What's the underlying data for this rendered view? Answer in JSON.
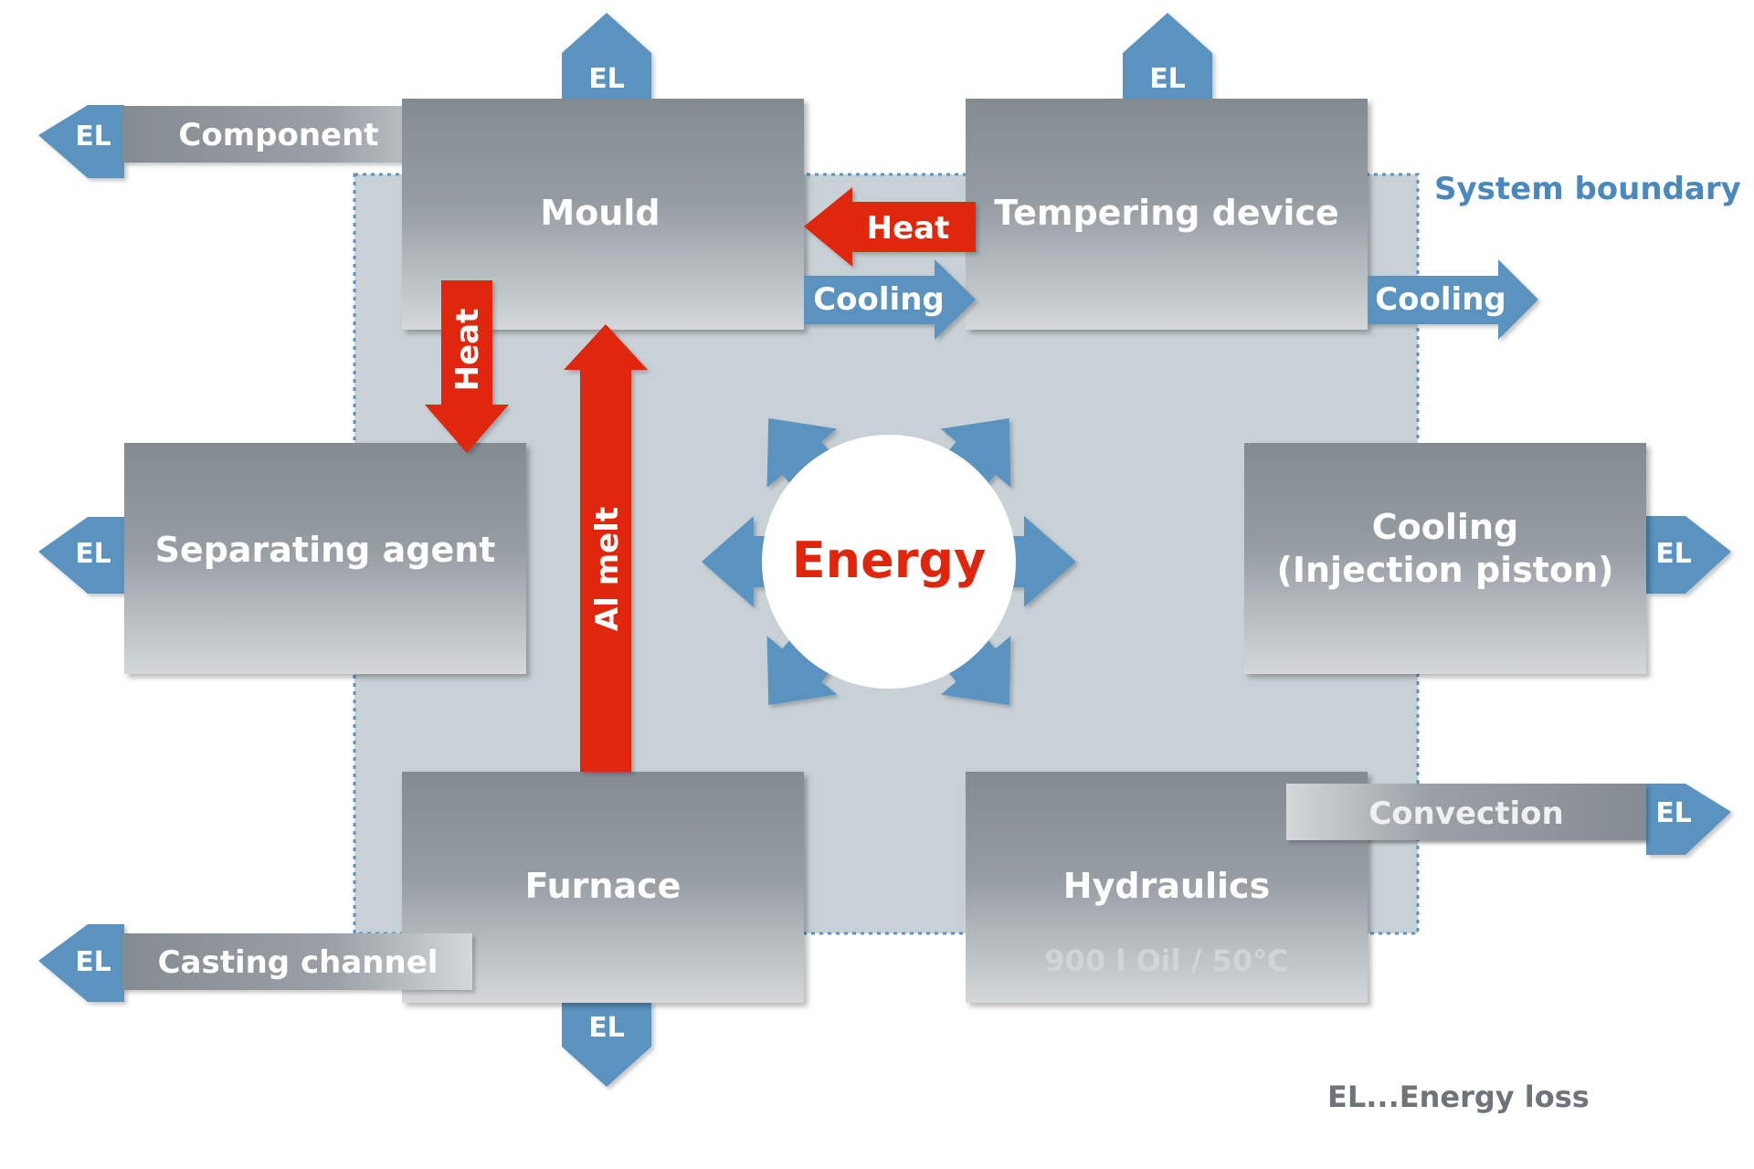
{
  "colors": {
    "box_top": "#848b91",
    "box_bottom": "#d4d8db",
    "boundary_fill": "#c8d2d6",
    "boundary_line": "#5a93c0",
    "blue_arrow": "#5a93c0",
    "red_arrow": "#e0250d",
    "title_blue": "#4a88bd",
    "legend_gray": "#6e7479"
  },
  "system_boundary_label": "System boundary",
  "energy_label": "Energy",
  "el_label": "EL",
  "legend": "EL...Energy loss",
  "boxes": {
    "mould": "Mould",
    "tempering": "Tempering device",
    "separating": "Separating agent",
    "cooling_line1": "Cooling",
    "cooling_line2": "(Injection piston)",
    "furnace": "Furnace",
    "hydraulics": "Hydraulics",
    "hydraulics_sub": "900 l Oil / 50°C"
  },
  "bars": {
    "component": "Component",
    "casting_channel": "Casting channel",
    "convection": "Convection"
  },
  "flows": {
    "heat_horizontal": "Heat",
    "heat_vertical": "Heat",
    "al_melt": "Al melt",
    "cooling_mould": "Cooling",
    "cooling_tempering": "Cooling"
  }
}
